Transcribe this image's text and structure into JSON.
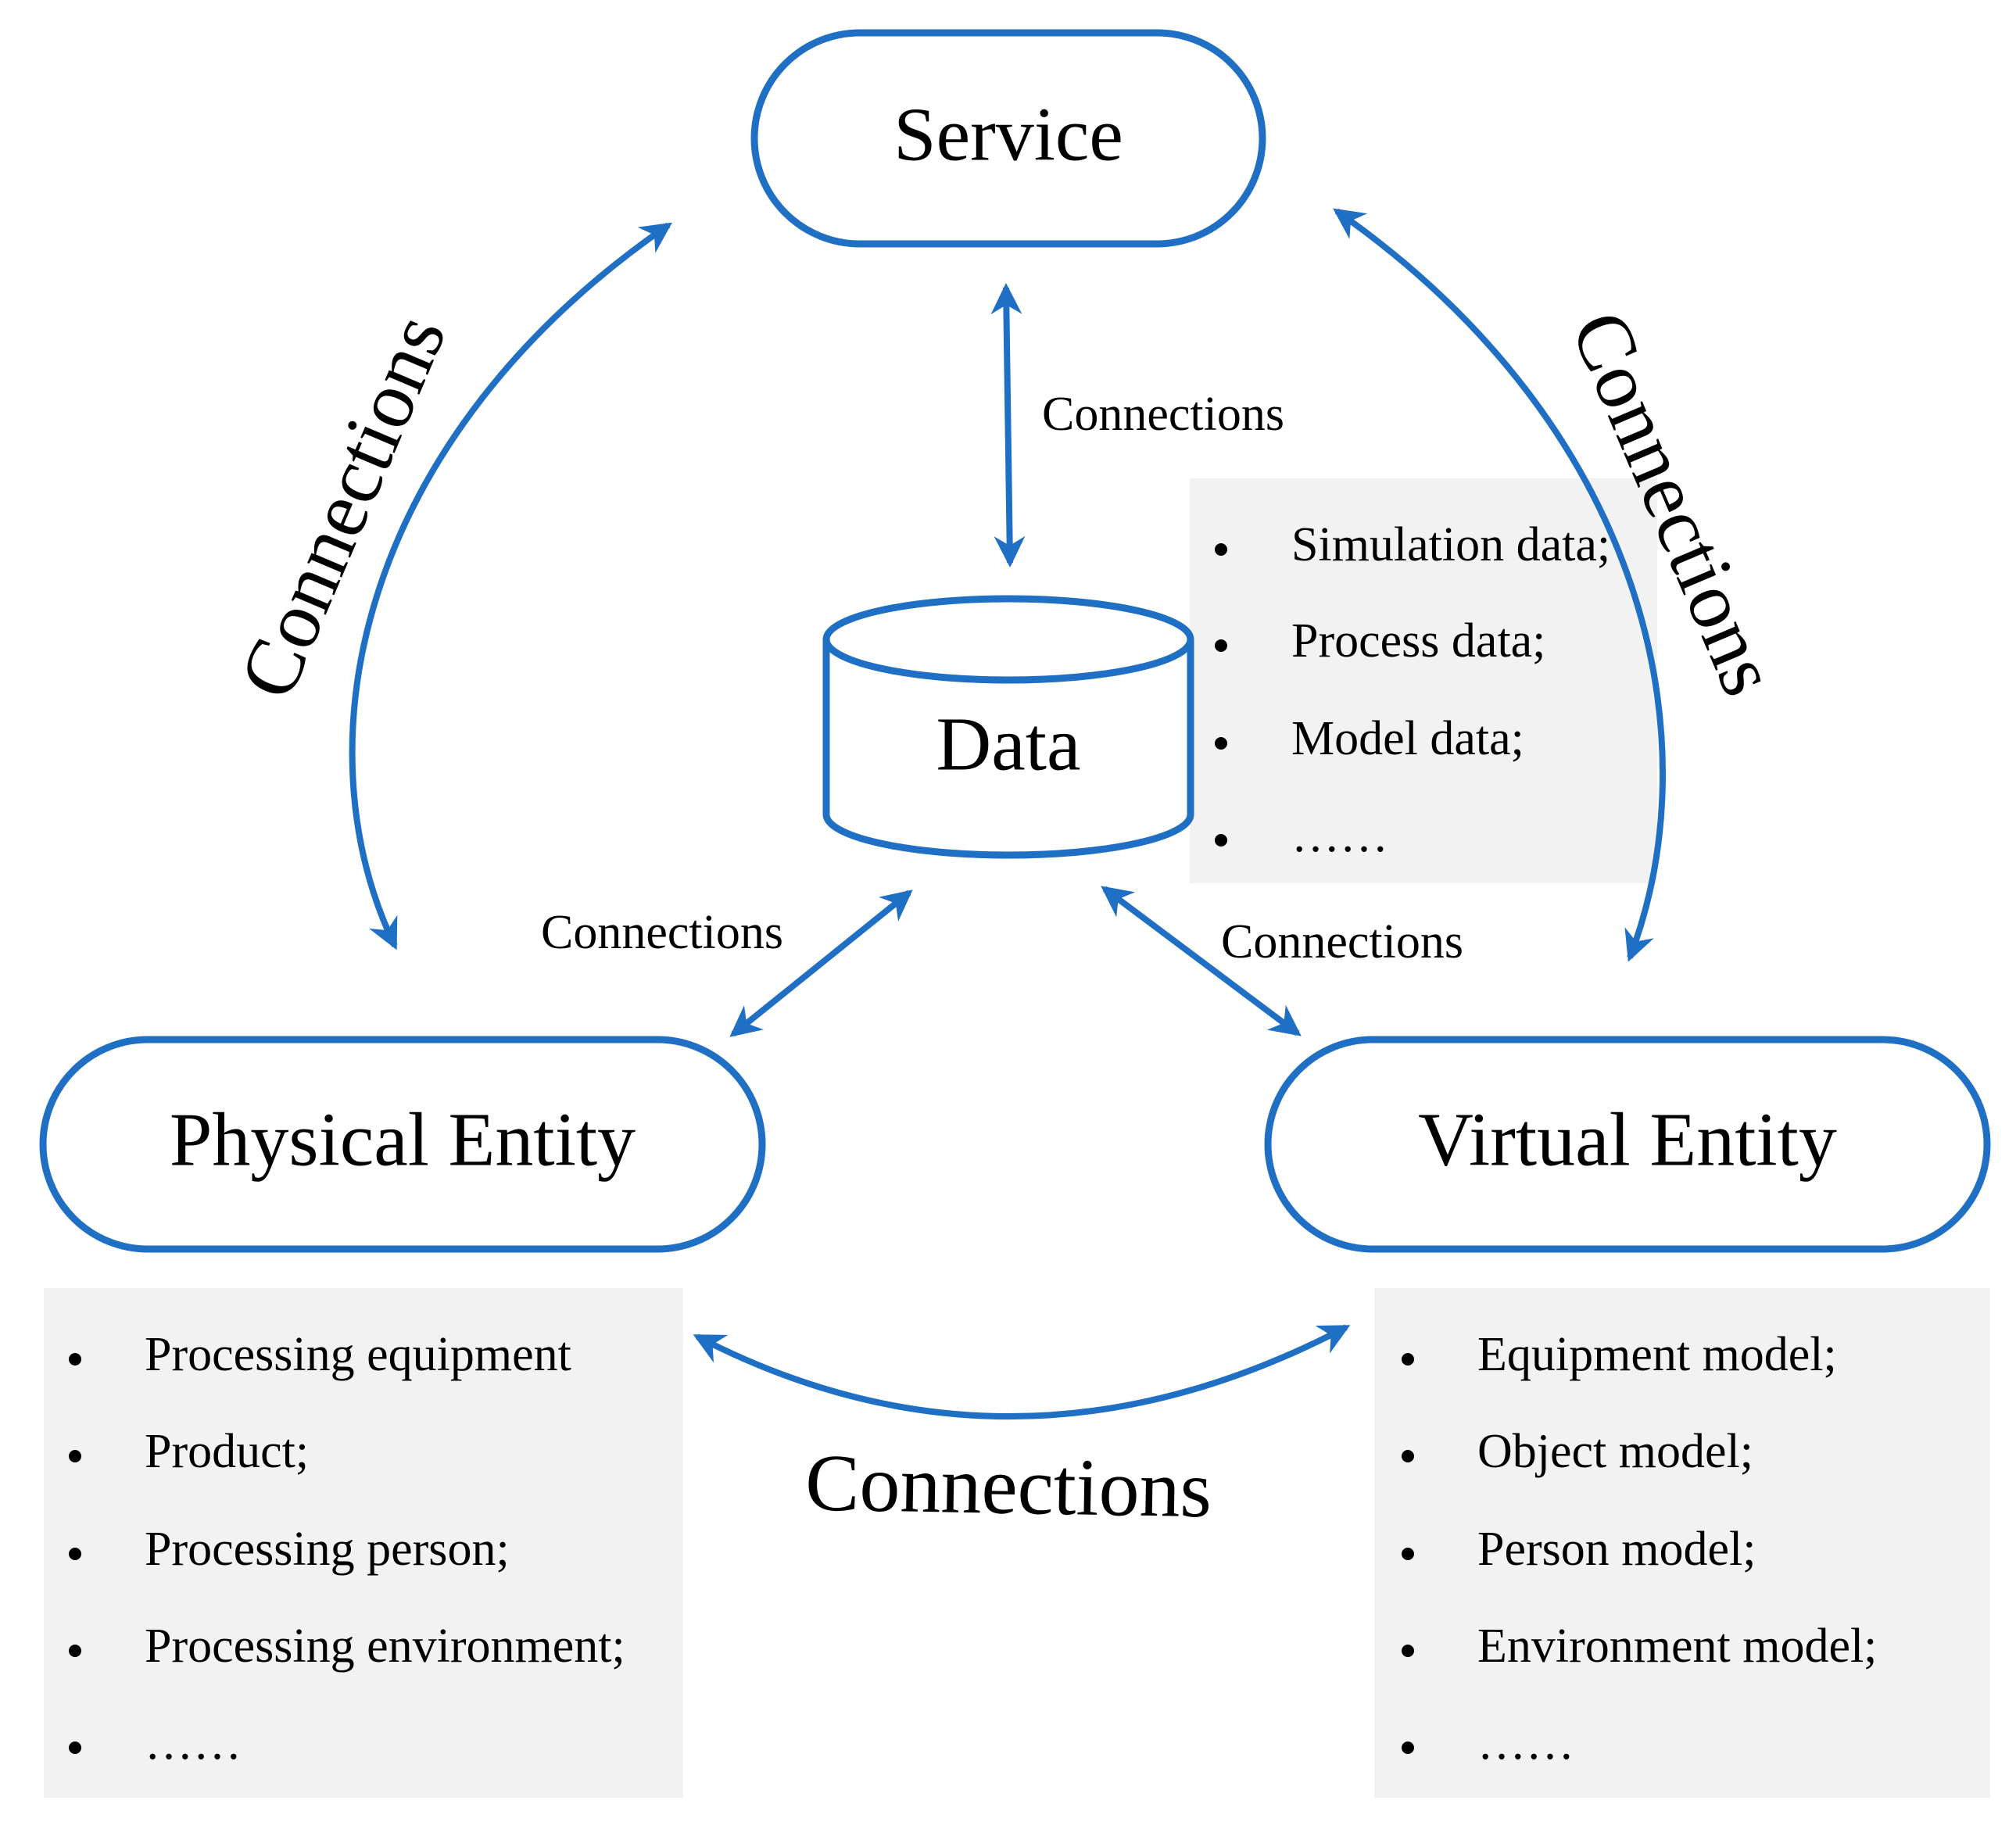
{
  "colors": {
    "line": "#1f6fc5",
    "box_fill": "#f2f2f2",
    "node_fill": "#ffffff",
    "text": "#000000"
  },
  "nodes": {
    "service": "Service",
    "data": "Data",
    "physical": "Physical Entity",
    "virtual": "Virtual Entity"
  },
  "connections": {
    "service_data": "Connections",
    "physical_data": "Connections",
    "virtual_data": "Connections",
    "left_arc": "Connections",
    "right_arc": "Connections",
    "bottom_arc": "Connections"
  },
  "lists": {
    "data": [
      "Simulation data;",
      "Process data;",
      "Model data;",
      "……"
    ],
    "physical": [
      "Processing equipment",
      "Product;",
      "Processing person;",
      "Processing environment;",
      "……"
    ],
    "virtual": [
      "Equipment model;",
      "Object model;",
      "Person model;",
      "Environment model;",
      "……"
    ]
  }
}
